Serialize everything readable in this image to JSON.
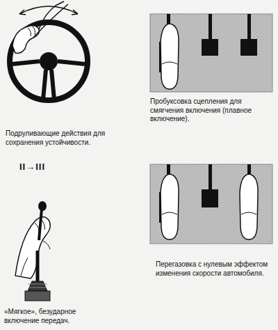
{
  "diagram": {
    "labels": [
      "Подруливающие действия для сохранения устойчивости.",
      "Пробуксовка сцепления для смягчения включения (плавное включение).",
      "II→III",
      "Перегазовка с нулевым эффектом изменения скорости автомобиля.",
      "«Мягкое», безударное включение передач."
    ]
  }
}
